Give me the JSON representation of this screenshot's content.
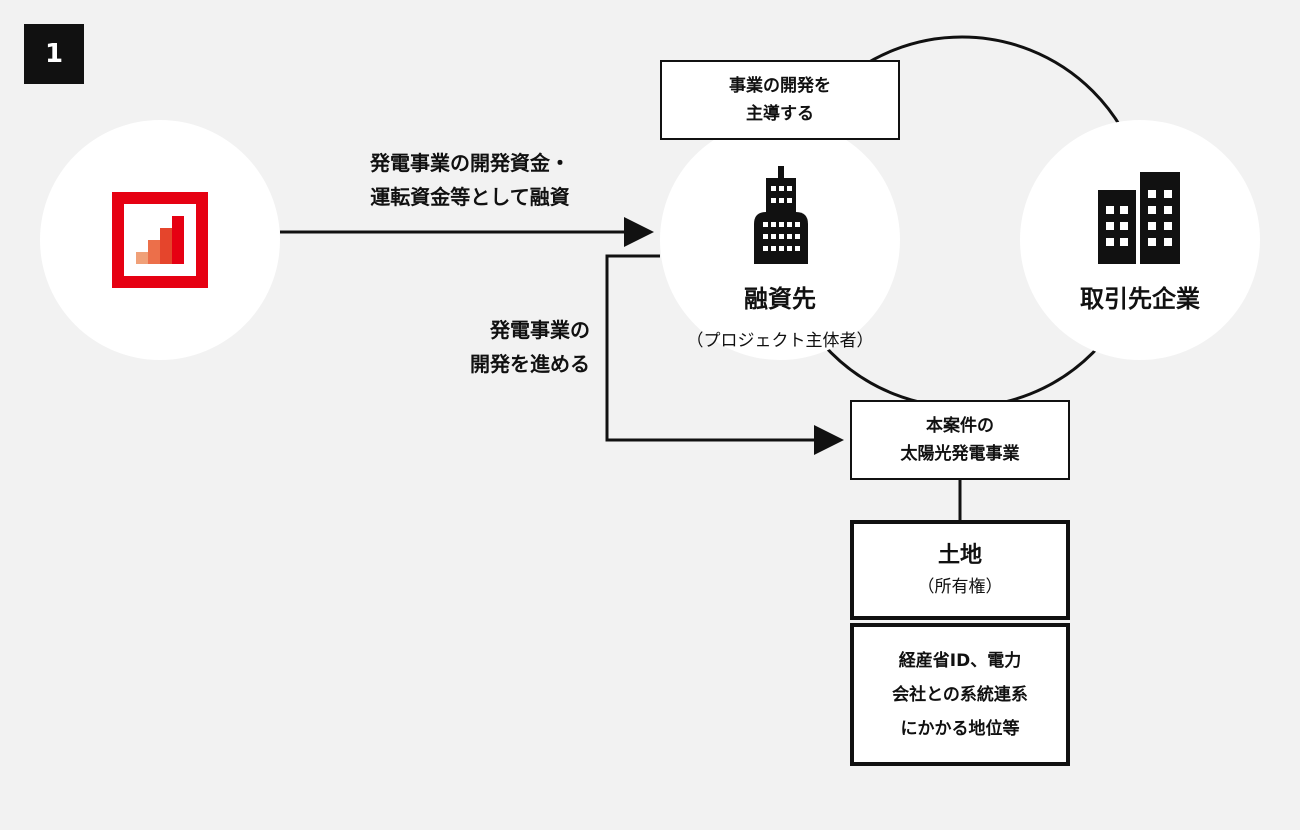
{
  "step_number": "1",
  "top_box": {
    "line1": "事業の開発を",
    "line2": "主導する"
  },
  "arrow_loan_label": {
    "line1": "発電事業の開発資金・",
    "line2": "運転資金等として融資"
  },
  "arrow_develop_label": {
    "line1": "発電事業の",
    "line2": "開発を進める"
  },
  "borrower": {
    "title": "融資先",
    "subtitle": "（プロジェクト主体者）"
  },
  "partner": {
    "title": "取引先企業"
  },
  "project_box": {
    "line1": "本案件の",
    "line2": "太陽光発電事業"
  },
  "land_box": {
    "title": "土地",
    "subtitle": "（所有権）"
  },
  "rights_box": {
    "line1": "経産省ID、電力",
    "line2": "会社との系統連系",
    "line3": "にかかる地位等"
  },
  "colors": {
    "brand_red": "#e60012",
    "bar1": "#f0a078",
    "bar2": "#ec6f4a",
    "bar3": "#e5452c"
  }
}
